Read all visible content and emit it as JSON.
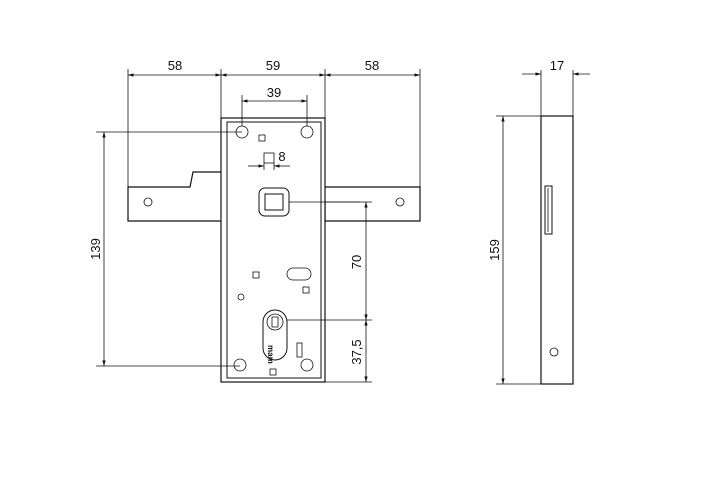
{
  "dimensions": {
    "top_left": "58",
    "top_center": "59",
    "top_right": "58",
    "inner_width": "39",
    "square": "8",
    "side_thickness": "17",
    "height_front": "139",
    "height_side": "159",
    "distance_center": "70",
    "distance_cylinder": "37,5"
  },
  "logo": {
    "text": "mam"
  }
}
